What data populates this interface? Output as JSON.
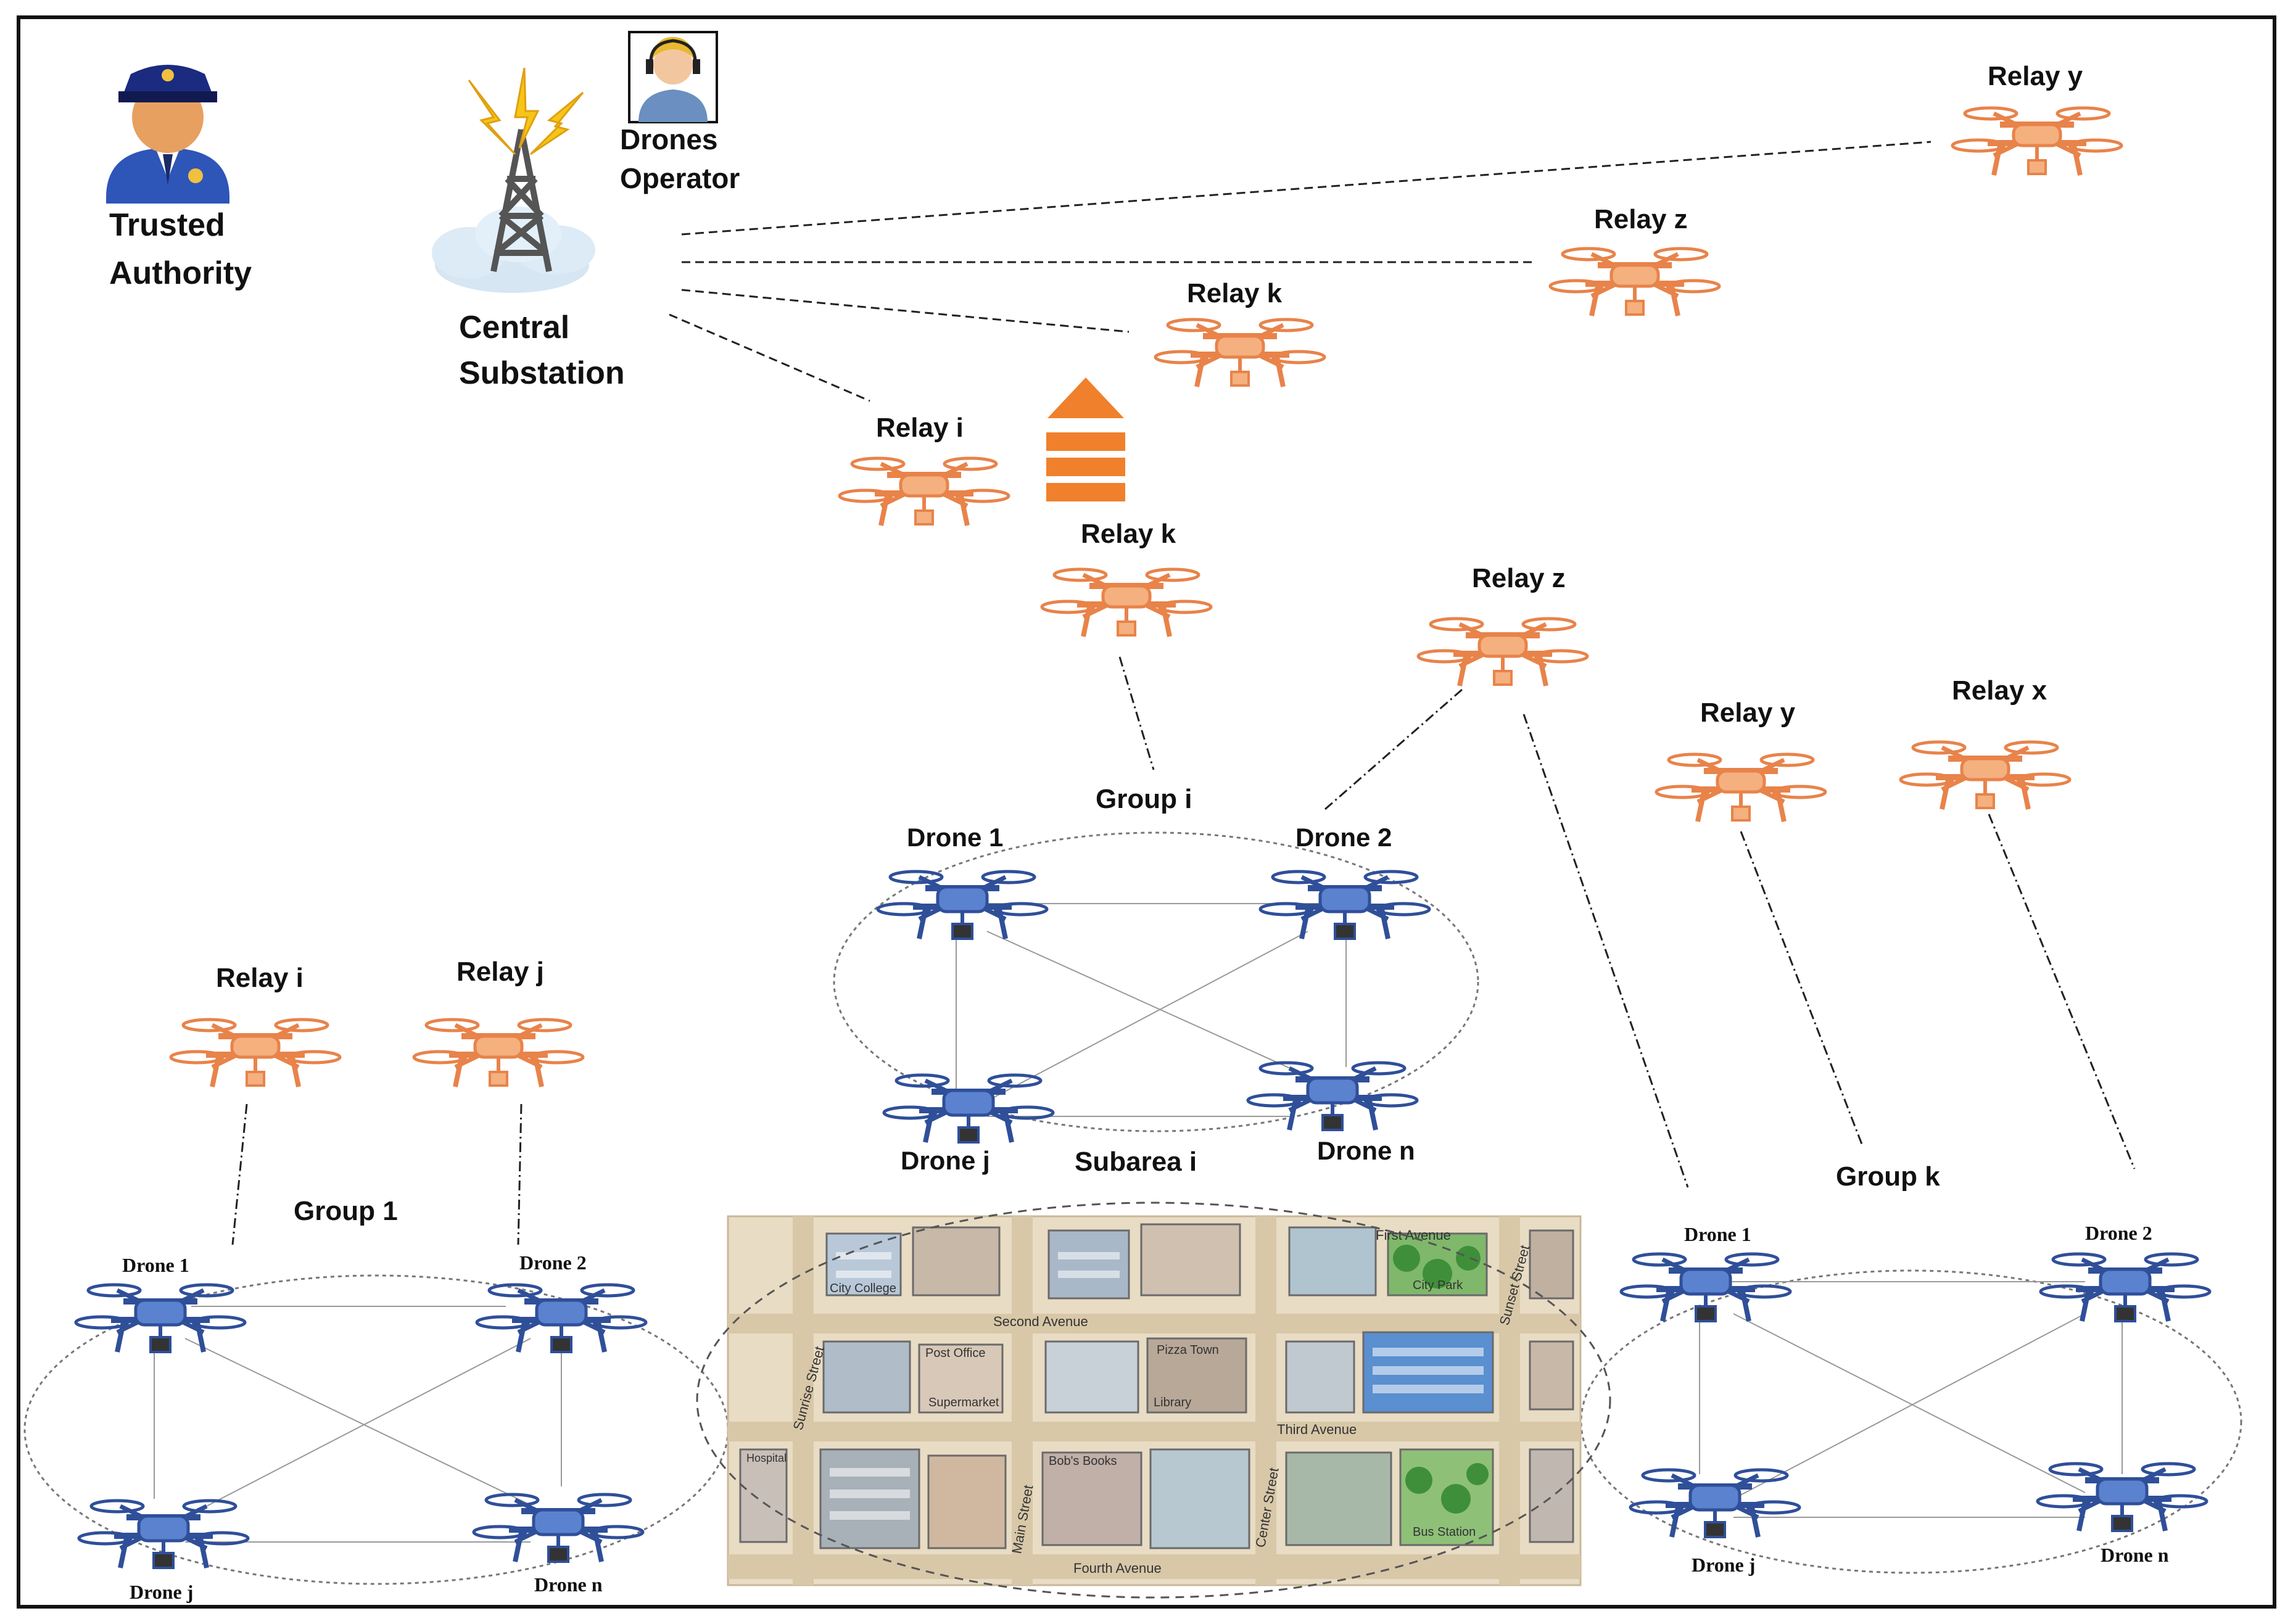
{
  "colors": {
    "relay_drone": "#e8834a",
    "relay_drone_light": "#f4b07e",
    "group_drone": "#3a5fb0",
    "group_drone_light": "#8fb0e6",
    "up_arrow": "#f0802b",
    "frame": "#111111"
  },
  "icons": [
    "police-officer-icon",
    "radio-tower-icon",
    "drone-operator-icon",
    "relay-drone-icon",
    "group-drone-icon",
    "up-arrow-icon",
    "city-map-illustration"
  ],
  "labels": {
    "trusted_authority_1": "Trusted",
    "trusted_authority_2": "Authority",
    "drones_operator_1": "Drones",
    "drones_operator_2": "Operator",
    "central_substation_1": "Central",
    "central_substation_2": "Substation",
    "relay_y_top": "Relay y",
    "relay_z_top": "Relay z",
    "relay_k_top": "Relay k",
    "relay_i_top": "Relay i",
    "relay_k_mid": "Relay k",
    "relay_z_mid": "Relay z",
    "relay_y_right": "Relay y",
    "relay_x_right": "Relay x",
    "relay_i_left": "Relay i",
    "relay_j_left": "Relay j",
    "group_i": "Group i",
    "group_1": "Group 1",
    "group_k": "Group k",
    "subarea_i": "Subarea i"
  },
  "group_i": {
    "drone_1": "Drone 1",
    "drone_2": "Drone 2",
    "drone_j": "Drone j",
    "drone_n": "Drone n"
  },
  "group_1": {
    "drone_1": "Drone 1",
    "drone_2": "Drone 2",
    "drone_j": "Drone j",
    "drone_n": "Drone n"
  },
  "group_k": {
    "drone_1": "Drone 1",
    "drone_2": "Drone 2",
    "drone_j": "Drone j",
    "drone_n": "Drone n"
  },
  "map": {
    "street_labels": [
      "First Avenue",
      "Second Avenue",
      "Third Avenue",
      "Fourth Avenue",
      "Sunrise Street",
      "Main Street",
      "Center Street",
      "Sunset Street"
    ],
    "place_labels": [
      "City College",
      "Post Office",
      "Supermarket",
      "Hospital",
      "Pizza Town",
      "Library",
      "City Park",
      "Bob's Books",
      "Bus Station"
    ]
  }
}
